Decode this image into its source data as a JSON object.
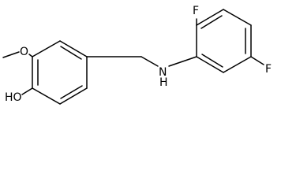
{
  "molecule": {
    "atoms": {
      "hydroxyl": "HO",
      "methoxy_oxygen": "O",
      "amine": "N",
      "amine_hydrogen": "H",
      "fluorine_top": "F",
      "fluorine_right": "F"
    }
  }
}
